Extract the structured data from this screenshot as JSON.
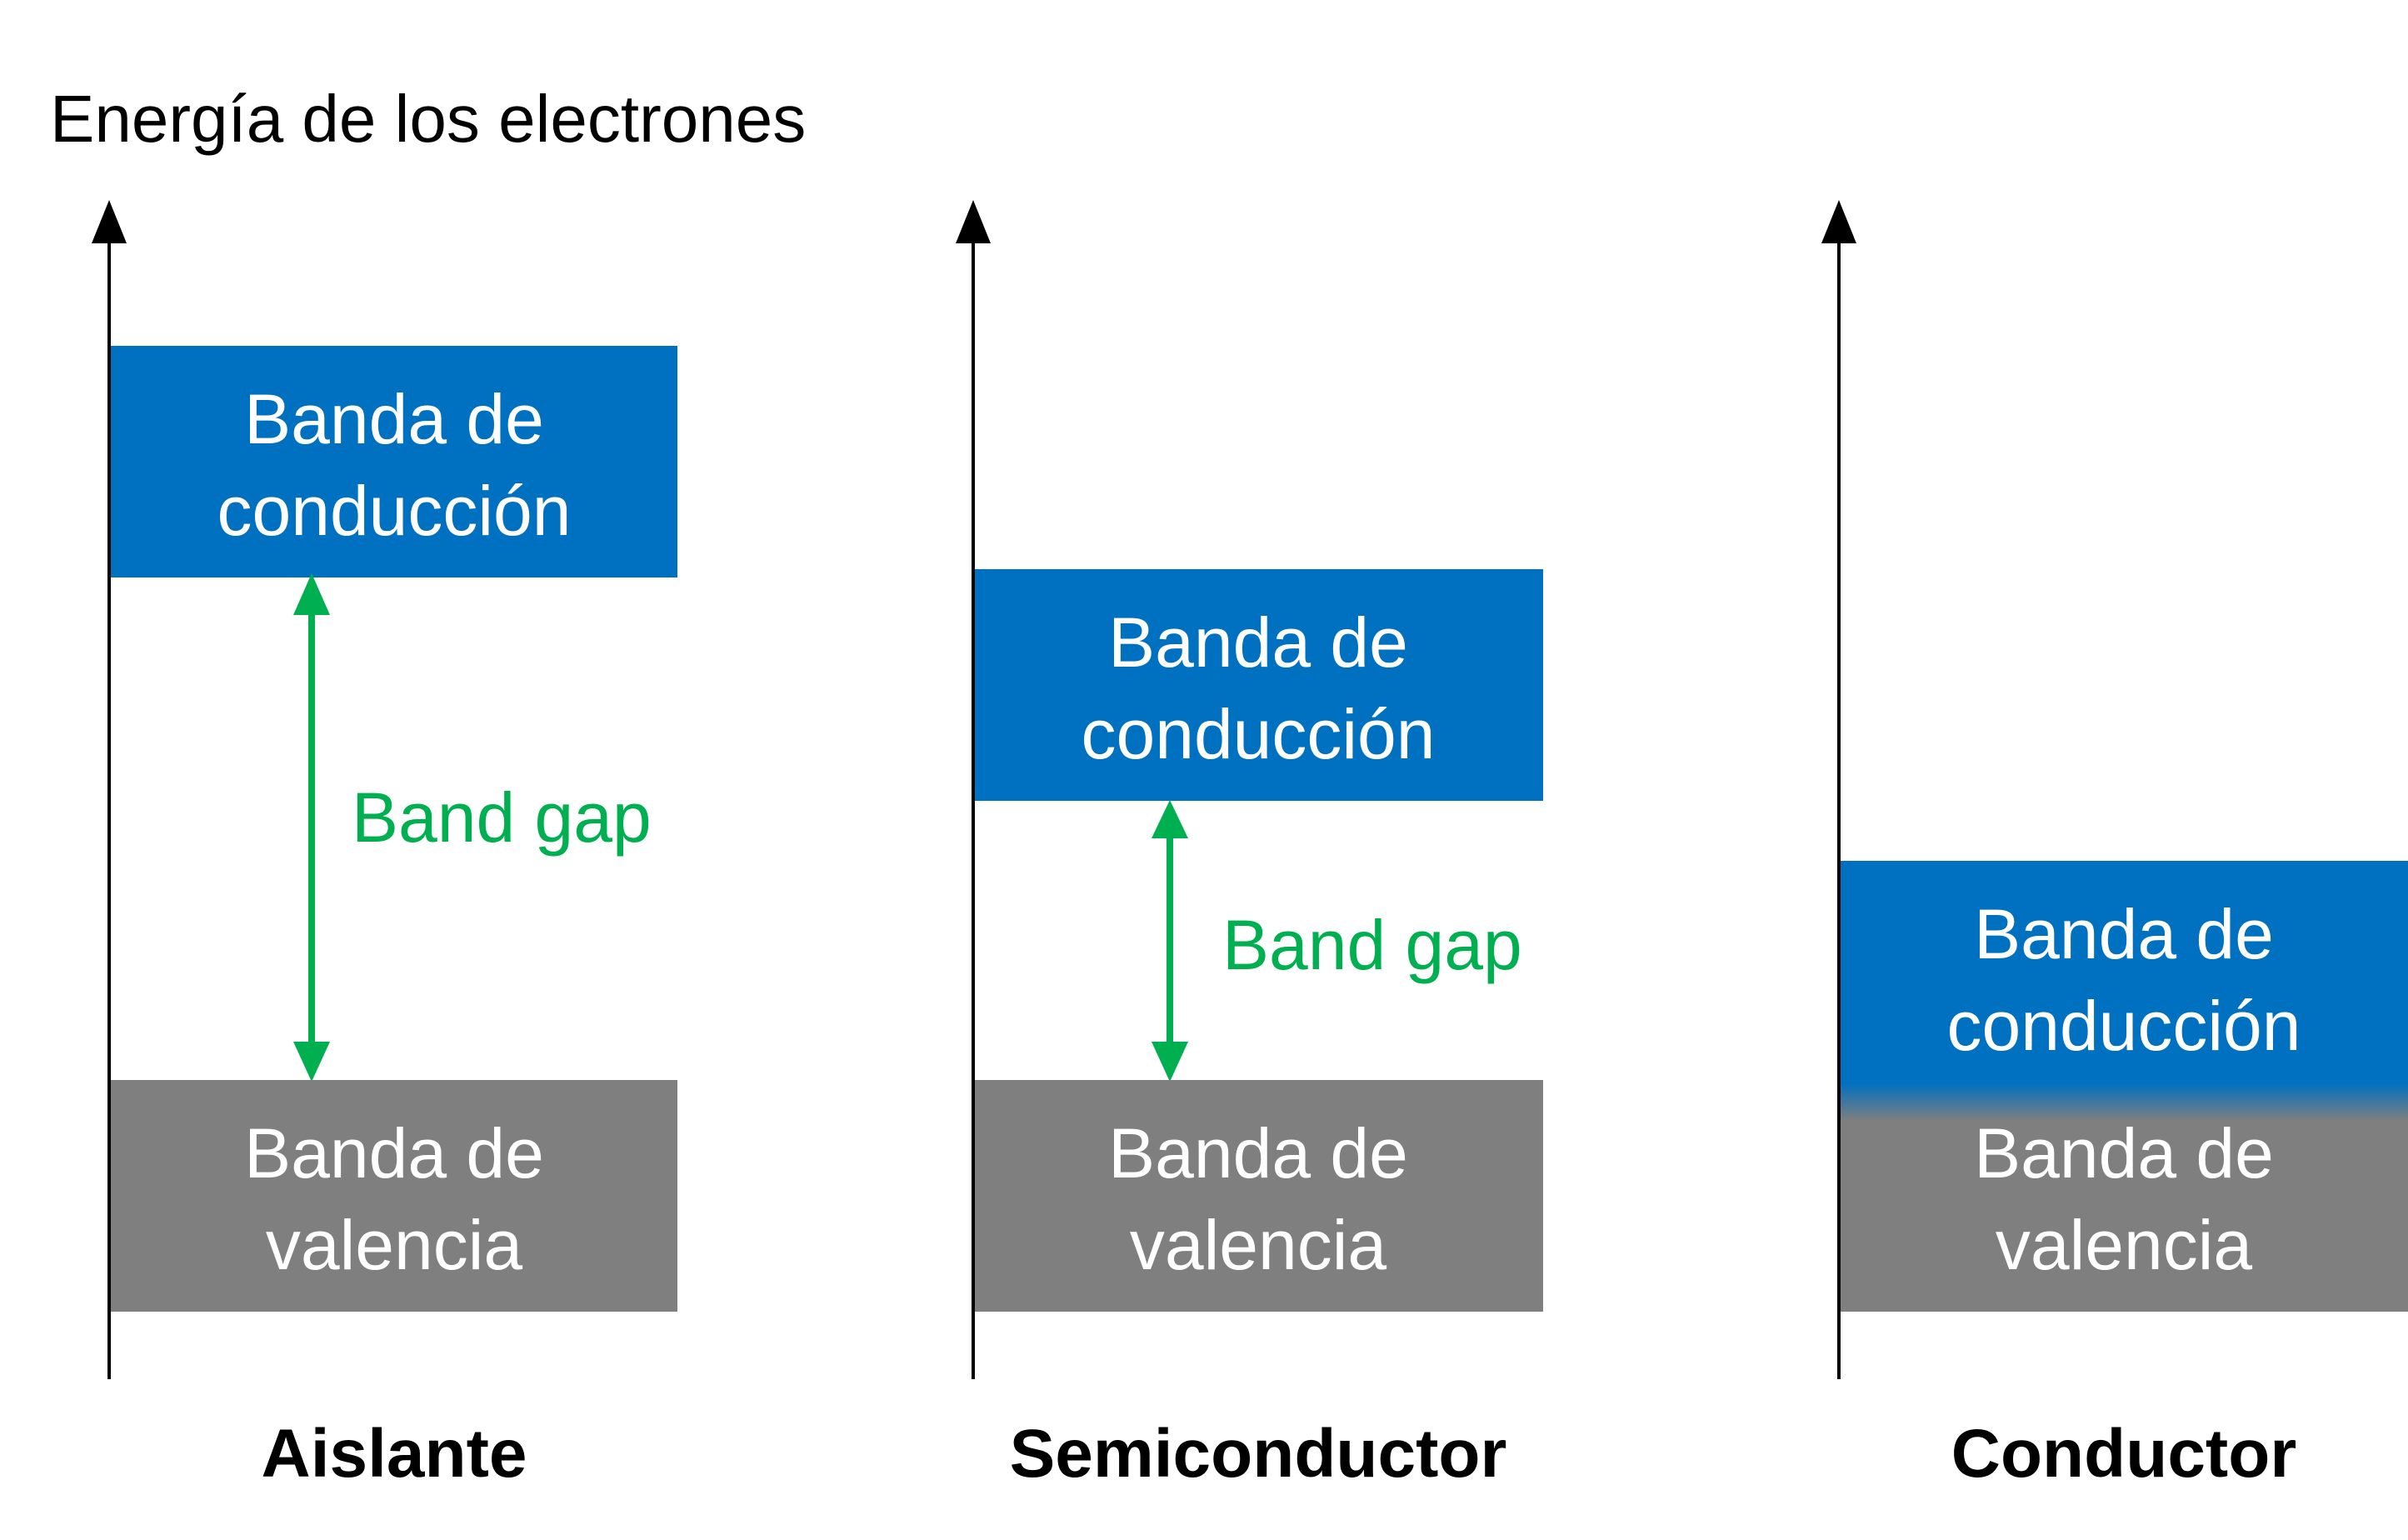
{
  "title": "Energía de los electrones",
  "colors": {
    "conduction": "#0070c0",
    "valence": "#7f7f7f",
    "gap": "#00b050",
    "axis": "#000000",
    "band_text": "#ffffff"
  },
  "panels": [
    {
      "material": "Aislante",
      "conduction_band": {
        "line1": "Banda de",
        "line2": "conducción"
      },
      "valence_band": {
        "line1": "Banda de",
        "line2": "valencia"
      },
      "band_gap": "Band gap"
    },
    {
      "material": "Semiconductor",
      "conduction_band": {
        "line1": "Banda de",
        "line2": "conducción"
      },
      "valence_band": {
        "line1": "Banda de",
        "line2": "valencia"
      },
      "band_gap": "Band gap"
    },
    {
      "material": "Conductor",
      "conduction_band": {
        "line1": "Banda de",
        "line2": "conducción"
      },
      "valence_band": {
        "line1": "Banda de",
        "line2": "valencia"
      }
    }
  ]
}
